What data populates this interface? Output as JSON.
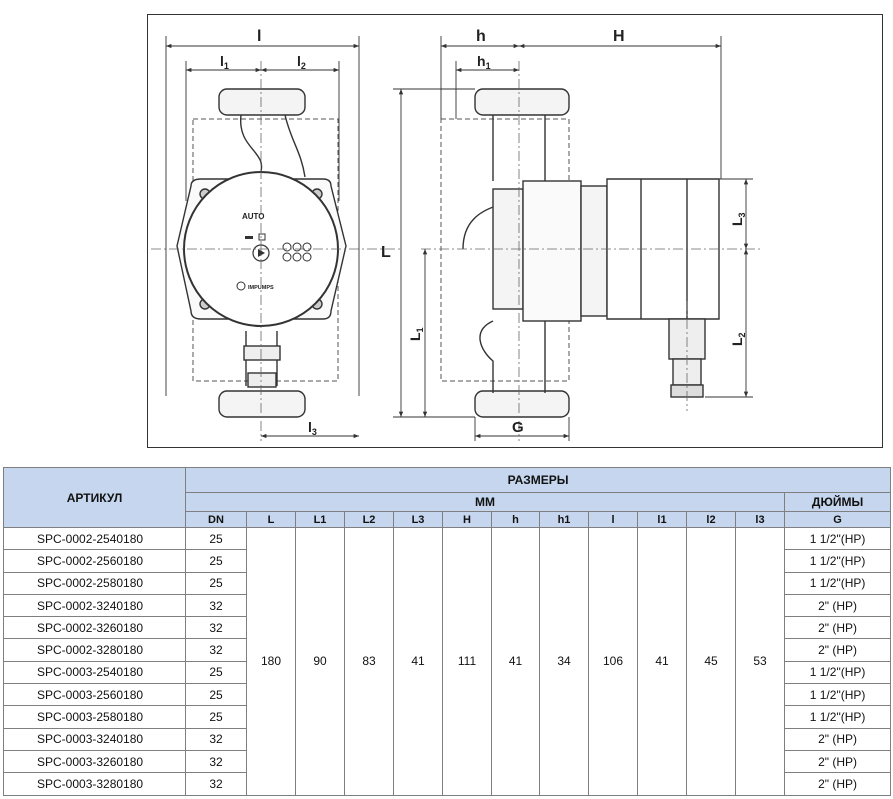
{
  "drawing": {
    "labels": {
      "l": "l",
      "l1": "l",
      "l1_sub": "1",
      "l2": "l",
      "l2_sub": "2",
      "l3": "l",
      "l3_sub": "3",
      "h": "h",
      "h1": "h",
      "h1_sub": "1",
      "H": "H",
      "L": "L",
      "L1": "L",
      "L1_sub": "1",
      "L2": "L",
      "L2_sub": "2",
      "L3": "L",
      "L3_sub": "3",
      "G": "G"
    },
    "panel": {
      "auto": "AUTO",
      "brand": "IMPUMPS"
    }
  },
  "table": {
    "header": {
      "article": "АРТИКУЛ",
      "sizes": "РАЗМЕРЫ",
      "mm": "ММ",
      "inches": "ДЮЙМЫ",
      "columns": [
        "DN",
        "L",
        "L1",
        "L2",
        "L3",
        "H",
        "h",
        "h1",
        "l",
        "l1",
        "l2",
        "l3",
        "G"
      ]
    },
    "shared": {
      "L": "180",
      "L1": "90",
      "L2": "83",
      "L3": "41",
      "H": "111",
      "h": "41",
      "h1": "34",
      "l": "106",
      "l1": "41",
      "l2": "45",
      "l3": "53"
    },
    "rows": [
      {
        "article": "SPC-0002-2540180",
        "dn": "25",
        "g": "1 1/2\"(HP)"
      },
      {
        "article": "SPC-0002-2560180",
        "dn": "25",
        "g": "1 1/2\"(HP)"
      },
      {
        "article": "SPC-0002-2580180",
        "dn": "25",
        "g": "1 1/2\"(HP)"
      },
      {
        "article": "SPC-0002-3240180",
        "dn": "32",
        "g": "2\" (HP)"
      },
      {
        "article": "SPC-0002-3260180",
        "dn": "32",
        "g": "2\" (HP)"
      },
      {
        "article": "SPC-0002-3280180",
        "dn": "32",
        "g": "2\" (HP)"
      },
      {
        "article": "SPC-0003-2540180",
        "dn": "25",
        "g": "1 1/2\"(HP)"
      },
      {
        "article": "SPC-0003-2560180",
        "dn": "25",
        "g": "1 1/2\"(HP)"
      },
      {
        "article": "SPC-0003-2580180",
        "dn": "25",
        "g": "1 1/2\"(HP)"
      },
      {
        "article": "SPC-0003-3240180",
        "dn": "32",
        "g": "2\" (HP)"
      },
      {
        "article": "SPC-0003-3260180",
        "dn": "32",
        "g": "2\" (HP)"
      },
      {
        "article": "SPC-0003-3280180",
        "dn": "32",
        "g": "2\" (HP)"
      }
    ]
  }
}
